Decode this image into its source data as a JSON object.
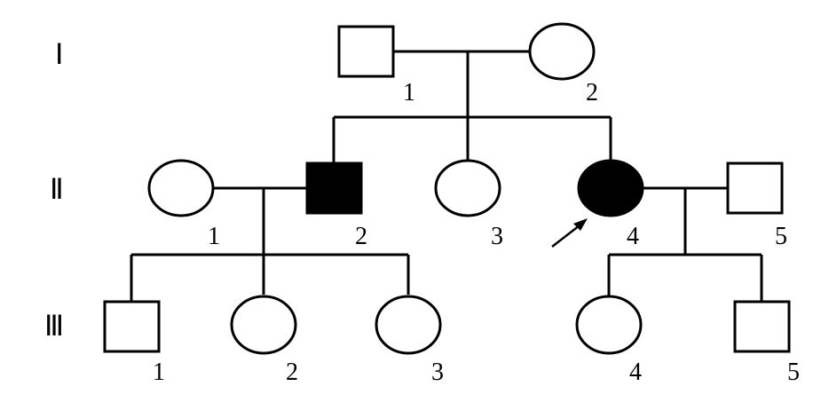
{
  "pedigree": {
    "generations": [
      {
        "label": "Ⅰ",
        "members": [
          {
            "number": "1",
            "sex": "male",
            "affected": false
          },
          {
            "number": "2",
            "sex": "female",
            "affected": false
          }
        ]
      },
      {
        "label": "Ⅱ",
        "members": [
          {
            "number": "1",
            "sex": "female",
            "affected": false
          },
          {
            "number": "2",
            "sex": "male",
            "affected": true
          },
          {
            "number": "3",
            "sex": "female",
            "affected": false
          },
          {
            "number": "4",
            "sex": "female",
            "affected": true,
            "proband": true
          },
          {
            "number": "5",
            "sex": "male",
            "affected": false
          }
        ]
      },
      {
        "label": "Ⅲ",
        "members": [
          {
            "number": "1",
            "sex": "male",
            "affected": false
          },
          {
            "number": "2",
            "sex": "female",
            "affected": false
          },
          {
            "number": "3",
            "sex": "female",
            "affected": false
          },
          {
            "number": "4",
            "sex": "female",
            "affected": false
          },
          {
            "number": "5",
            "sex": "male",
            "affected": false
          }
        ]
      }
    ],
    "colors": {
      "affected": "#000000",
      "unaffected": "#ffffff",
      "line": "#000000"
    }
  }
}
